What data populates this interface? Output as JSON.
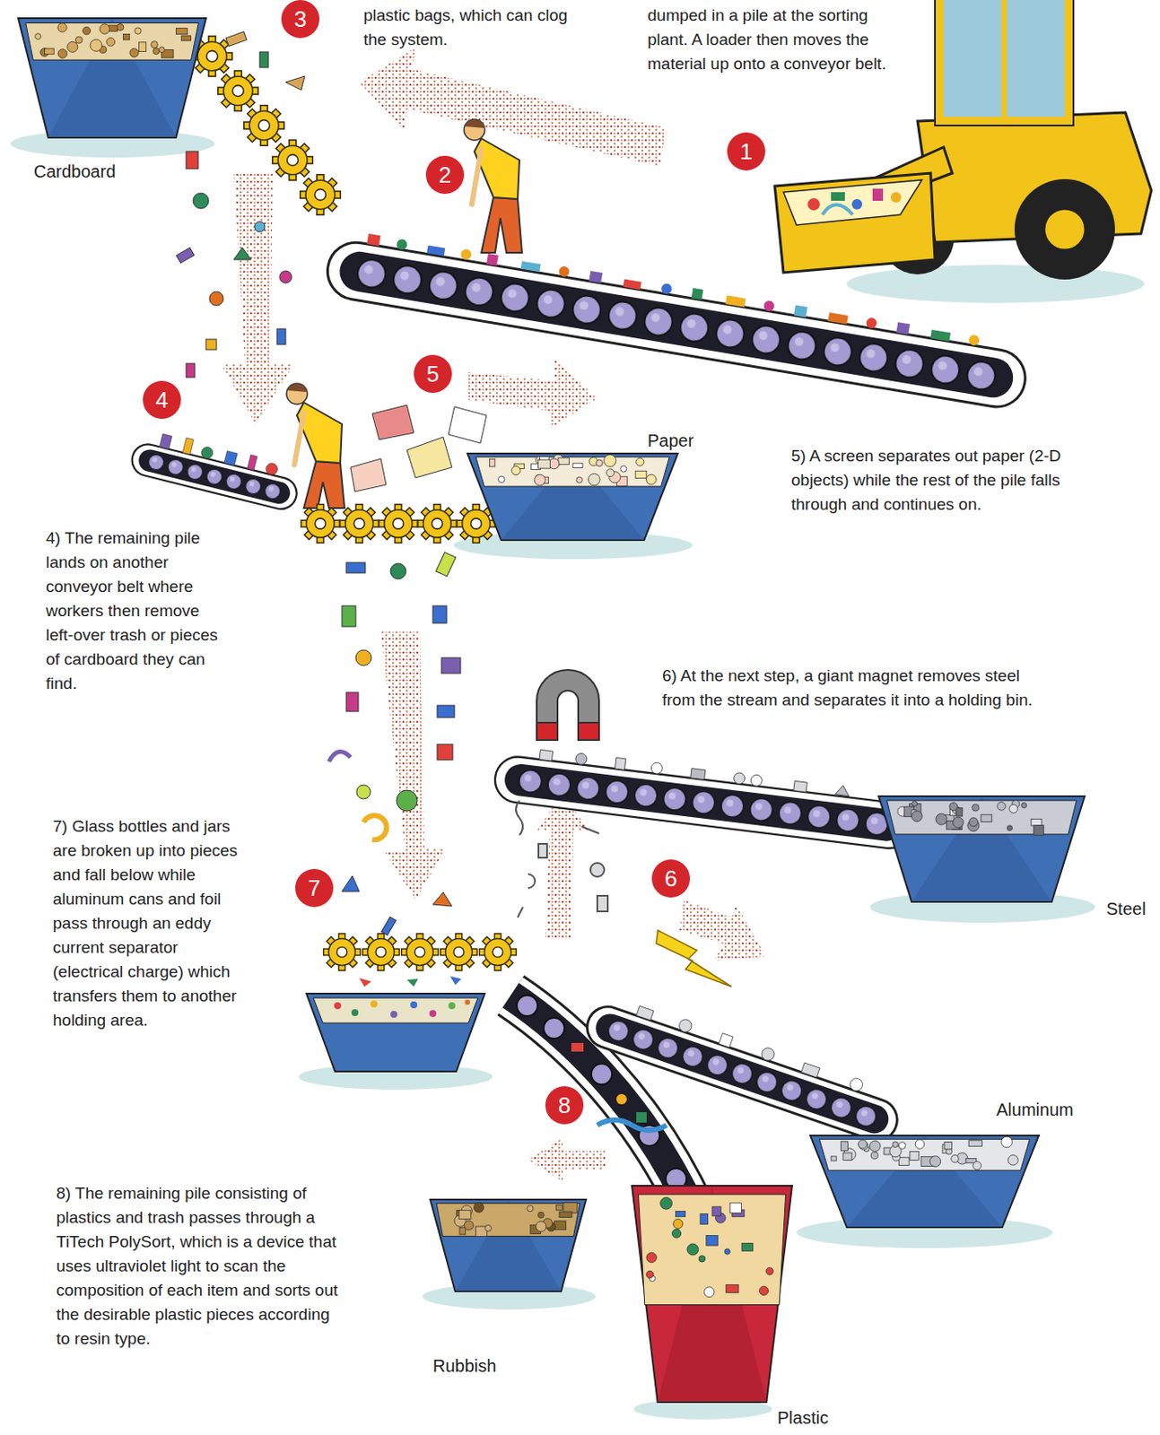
{
  "diagram": {
    "nodes": [
      {
        "text": [
          "Cardboard"
        ]
      },
      {
        "text": [
          "Paper"
        ]
      },
      {
        "text": [
          "Steel"
        ]
      },
      {
        "text": [
          "Aluminum"
        ]
      },
      {
        "text": [
          "Rubbish"
        ]
      },
      {
        "text": [
          "Plastic"
        ]
      }
    ],
    "labels": [
      "plastic bags, which can clog the system.",
      "dumped in a pile at the sorting plant. A loader then moves the material up onto a conveyor belt.",
      "3",
      "1",
      "2",
      "5",
      "4",
      "5) A screen separates out paper (2-D objects) while the rest of the pile falls through and continues on.",
      "4) The remaining pile lands on another conveyor belt where workers then remove left-over trash or pieces of cardboard they can find.",
      "6) At the next step, a giant magnet removes steel from the stream and separates it into a holding bin.",
      "7) Glass bottles and jars are broken up into pieces and fall below while aluminum cans and foil pass through an eddy current separator (electrical charge) which transfers them to another holding area.",
      "6",
      "7",
      "8",
      "8) The remaining pile consisting of plastics and trash passes through a TiTech PolySort, which is a device that uses ultraviolet light to scan the composition of each item and sorts out the desirable plastic pieces according to resin type."
    ]
  }
}
